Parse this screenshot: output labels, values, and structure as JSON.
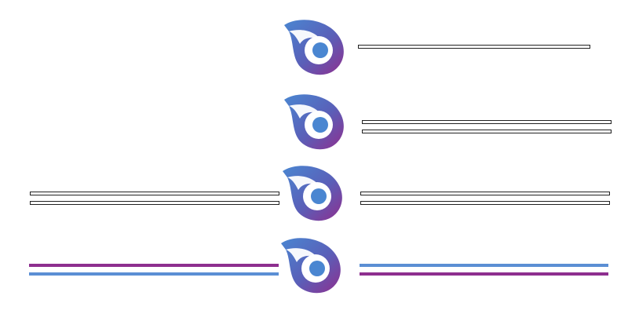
{
  "colors": {
    "logo_blue": "#4a86d1",
    "logo_purple": "#8e2f8f",
    "line_purple": "#8e2f8f",
    "line_blue": "#5b8fd4",
    "outline_bar": "#222222"
  },
  "icon": "eye-logo-icon",
  "rows": [
    {
      "variant": "logo-with-single-right-outline-bar"
    },
    {
      "variant": "logo-with-double-right-outline-bars"
    },
    {
      "variant": "logo-with-double-left-and-right-outline-bars"
    },
    {
      "variant": "logo-with-colored-left-and-right-lines"
    }
  ]
}
